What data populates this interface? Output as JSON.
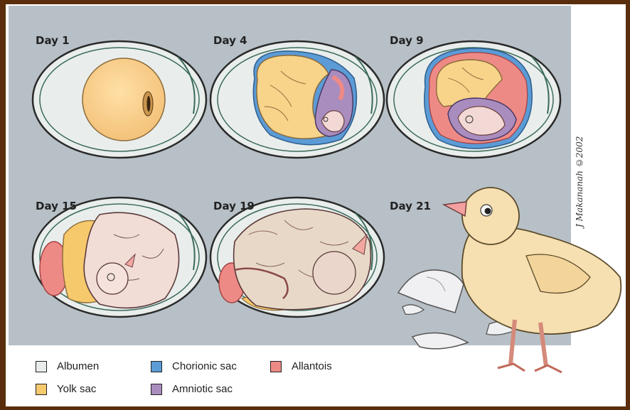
{
  "stages": [
    {
      "label": "Day 1"
    },
    {
      "label": "Day 4"
    },
    {
      "label": "Day 9"
    },
    {
      "label": "Day 15"
    },
    {
      "label": "Day 19"
    },
    {
      "label": "Day 21"
    }
  ],
  "signature": "J Makananah ©2002",
  "legend": [
    {
      "label": "Albumen",
      "color": "#e8ecea"
    },
    {
      "label": "Chorionic sac",
      "color": "#5b9bd6"
    },
    {
      "label": "Allantois",
      "color": "#ee8a86"
    },
    {
      "label": "Yolk sac",
      "color": "#f7c96d"
    },
    {
      "label": "Amniotic sac",
      "color": "#a98dbf"
    }
  ]
}
